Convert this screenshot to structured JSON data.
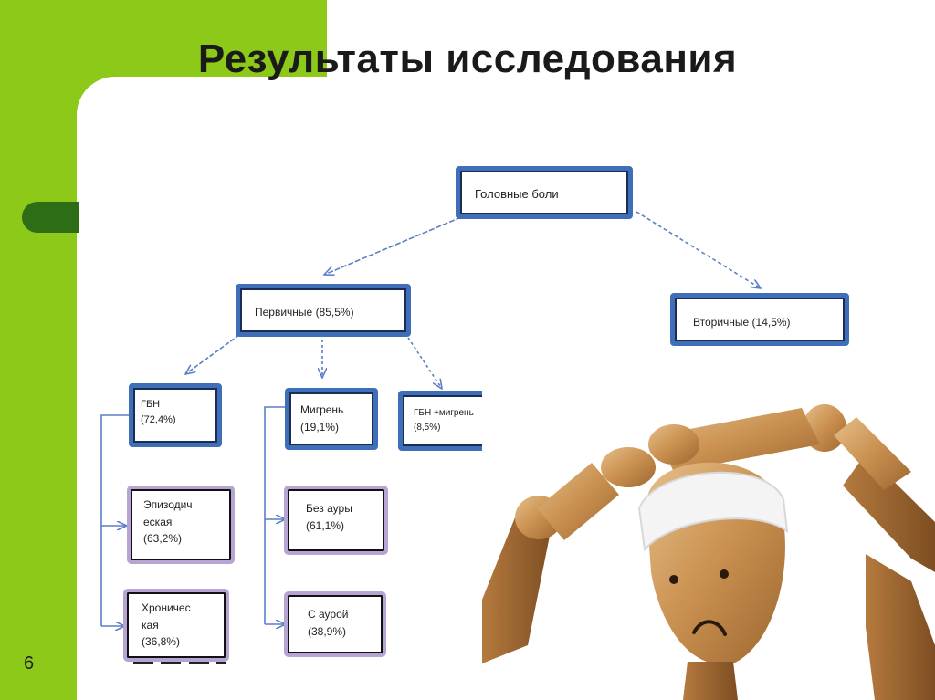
{
  "slide": {
    "title": "Результаты исследования",
    "page_number": "6"
  },
  "diagram": {
    "root": "Головные боли",
    "primary": "Первичные (85,5%)",
    "secondary": "Вторичные (14,5%)",
    "gbn": {
      "name": "ГБН",
      "value": "(72,4%)"
    },
    "migraine": {
      "name": "Мигрень",
      "value": "(19,1%)"
    },
    "gbn_migraine": {
      "name": "ГБН +мигрень",
      "value": "(8,5%)"
    },
    "episodic": {
      "line1": "Эпизодич",
      "line2": "еская",
      "value": "(63,2%)"
    },
    "chronic": {
      "line1": "Хроничес",
      "line2": "кая",
      "value": "(36,8%)"
    },
    "no_aura": {
      "name": "Без ауры",
      "value": "(61,1%)"
    },
    "with_aura": {
      "name": "С аурой",
      "value": "(38,9%)"
    }
  },
  "colors": {
    "green": "#8cc918",
    "dark_green": "#2d6d16",
    "node_border": "#3f6fb8",
    "leaf_border": "#b6a4d3",
    "arrow": "#5b7fc7"
  },
  "image": {
    "subject": "wooden-mannequin-headache"
  }
}
